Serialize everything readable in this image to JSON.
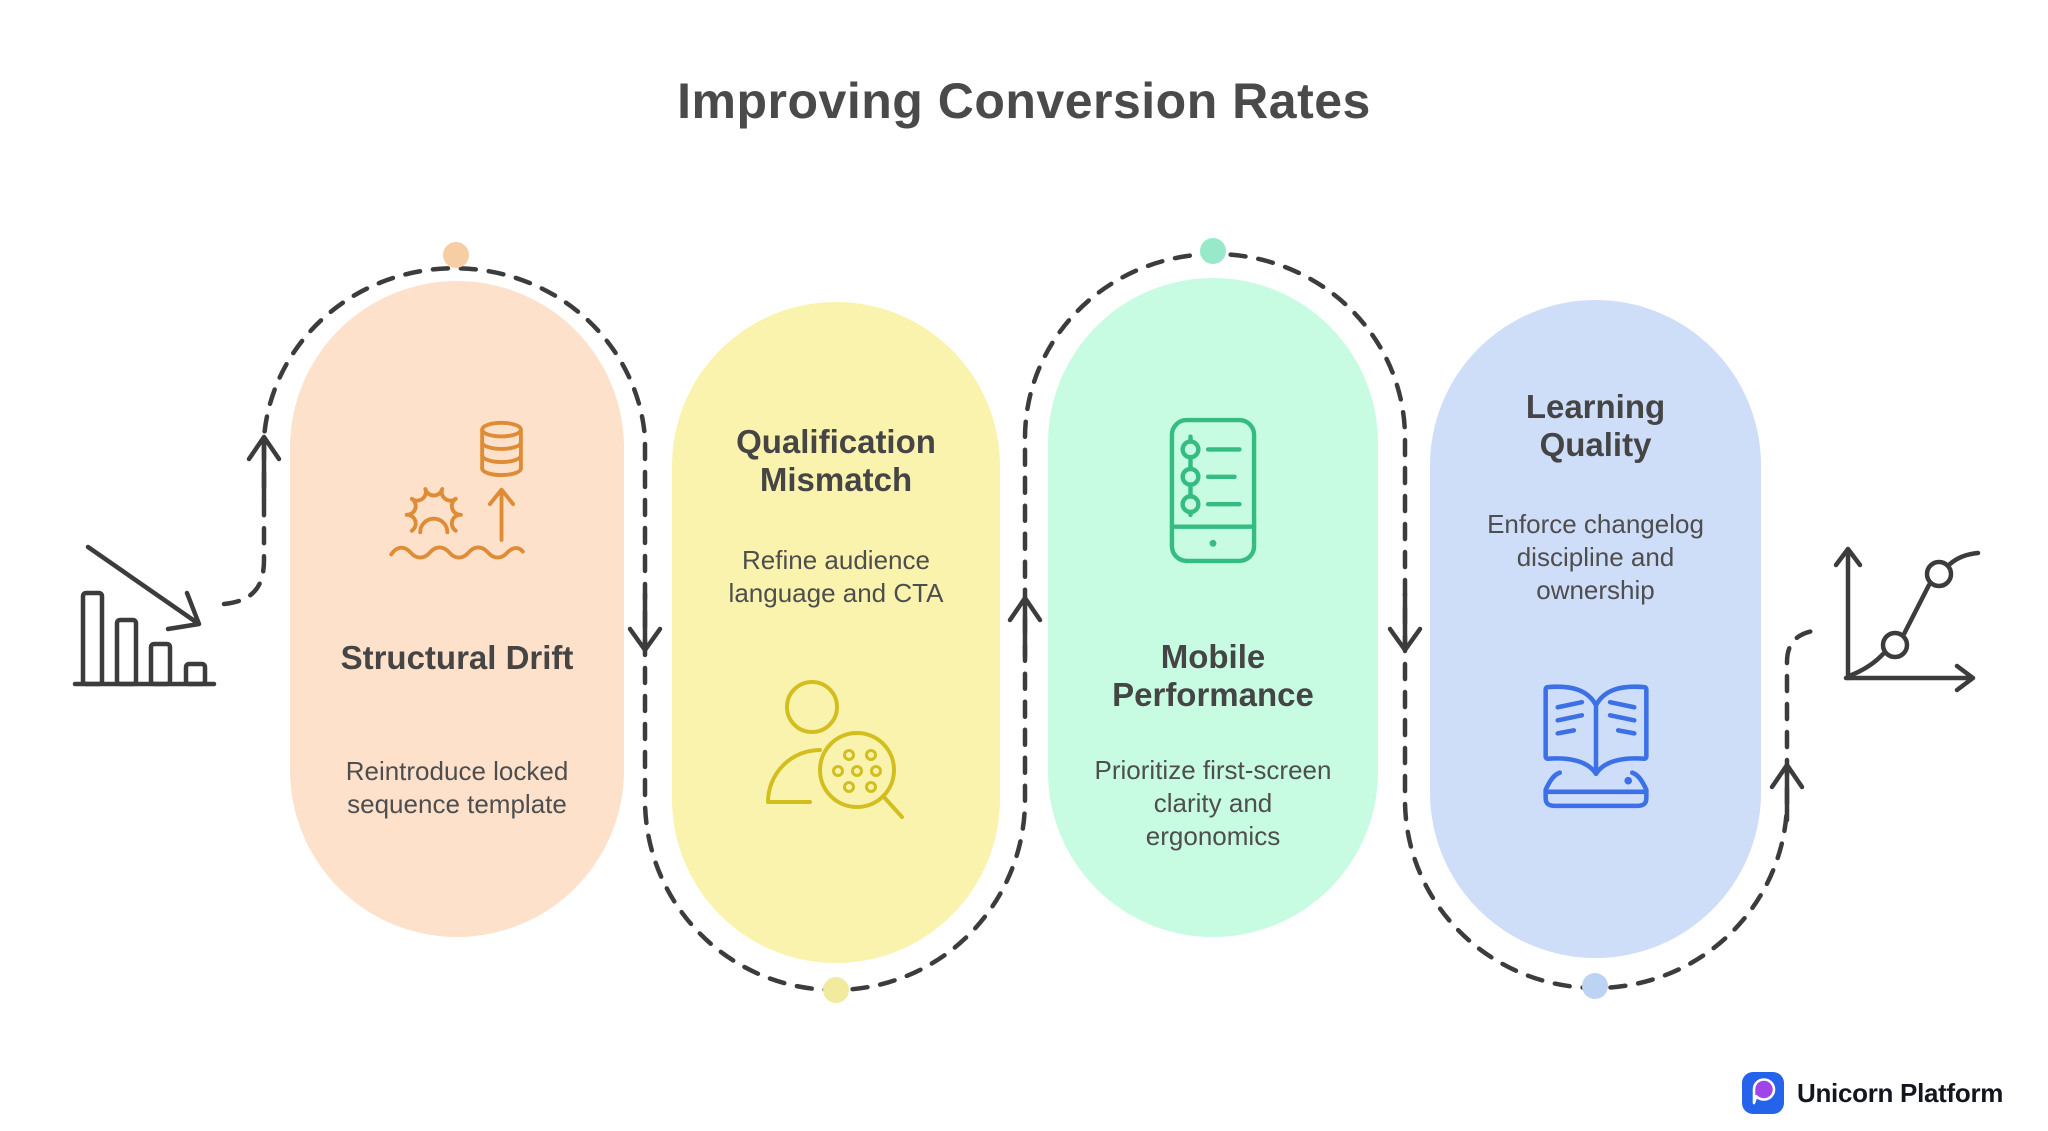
{
  "title": "Improving Conversion Rates",
  "flow": {
    "path_color": "#3C3C3C",
    "start_icon": "declining-bar-chart-icon",
    "end_icon": "rising-line-chart-icon"
  },
  "cards": [
    {
      "title": "Structural Drift",
      "description": "Reintroduce locked sequence template",
      "bg_color": "#FDE1CB",
      "accent_color": "#DE8C35",
      "dot_color": "#F7CDA4",
      "icon": "gear-database-growth-icon"
    },
    {
      "title": "Qualification Mismatch",
      "description": "Refine audience language and CTA",
      "bg_color": "#FAF3AE",
      "accent_color": "#D2BF1F",
      "dot_color": "#F2EB9E",
      "icon": "audience-magnifier-icon"
    },
    {
      "title": "Mobile Performance",
      "description": "Prioritize first-screen clarity and ergonomics",
      "bg_color": "#C7FBE2",
      "accent_color": "#34BC81",
      "dot_color": "#97E9C9",
      "icon": "mobile-checklist-icon"
    },
    {
      "title": "Learning Quality",
      "description": "Enforce changelog discipline and ownership",
      "bg_color": "#CEDDF8",
      "accent_color": "#3C70E6",
      "dot_color": "#BDD3F4",
      "icon": "open-book-icon"
    }
  ],
  "footer": {
    "brand": "Unicorn Platform",
    "logo_bg_color": "#2563EB",
    "logo_shape_color": "#A046E8"
  }
}
